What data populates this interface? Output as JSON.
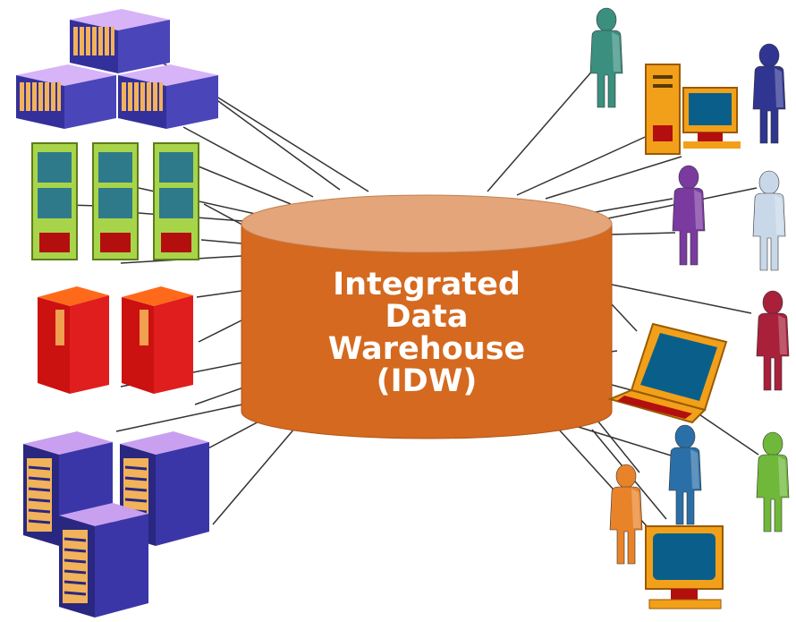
{
  "warehouse": {
    "label_lines": [
      "Integrated",
      "Data",
      "Warehouse",
      "(IDW)"
    ],
    "top_color": "#e5a57a",
    "body_color": "#d4691f"
  },
  "sources": [
    {
      "name": "mainframe-server",
      "count": 3,
      "color": "#c9a0f0"
    },
    {
      "name": "rack-server",
      "count": 3,
      "color": "#a8d44a"
    },
    {
      "name": "red-tower-server",
      "count": 2,
      "color": "#cc1111"
    },
    {
      "name": "blue-tower-server",
      "count": 3,
      "color": "#33309a"
    }
  ],
  "consumers": {
    "user_colors": [
      "#3a8f7f",
      "#2f3590",
      "#7a3aa0",
      "#c8d8e8",
      "#a8203a",
      "#e8832a",
      "#2b6fa8",
      "#6fb83a"
    ],
    "device_icons": [
      "desktop-computer-icon",
      "laptop-icon",
      "desktop-computer-icon"
    ]
  }
}
